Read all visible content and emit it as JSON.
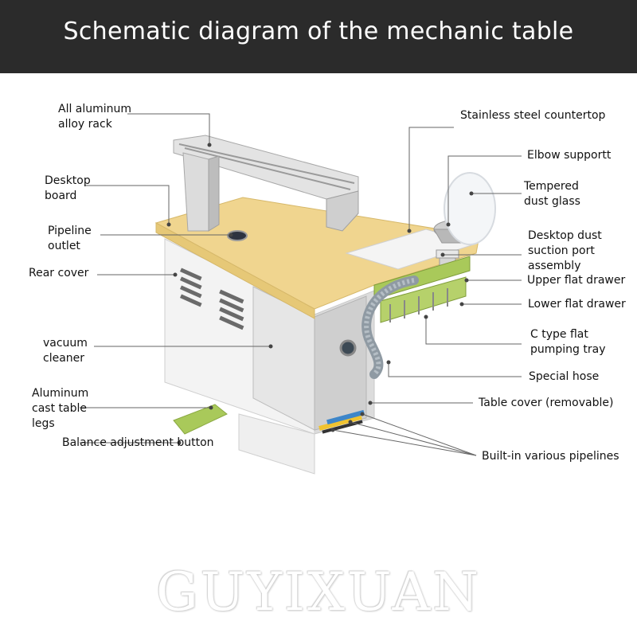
{
  "header": {
    "title": "Schematic diagram of the mechanic table"
  },
  "labels": {
    "rack": "All aluminum\nalloy rack",
    "desktop_board": "Desktop\nboard",
    "pipeline_outlet": "Pipeline\noutlet",
    "rear_cover": "Rear cover",
    "vacuum_cleaner": "vacuum\ncleaner",
    "legs": "Aluminum\ncast table\nlegs",
    "balance_button": "Balance adjustment button",
    "countertop": "Stainless steel countertop",
    "elbow_support": "Elbow supportt",
    "dust_glass": "Tempered\ndust glass",
    "suction_port": "Desktop dust\nsuction port\nassembly",
    "upper_drawer": "Upper flat drawer",
    "lower_drawer": "Lower flat drawer",
    "pumping_tray": "C type flat\npumping tray",
    "special_hose": "Special hose",
    "table_cover": "Table cover (removable)",
    "pipelines": "Built-in various pipelines"
  },
  "watermark": "GUYIXUAN",
  "colors": {
    "header_bg": "#2b2b2b",
    "wood": "#f0d58f",
    "drawer_green": "#a9c95a",
    "cabinet": "#f2f2f2"
  }
}
